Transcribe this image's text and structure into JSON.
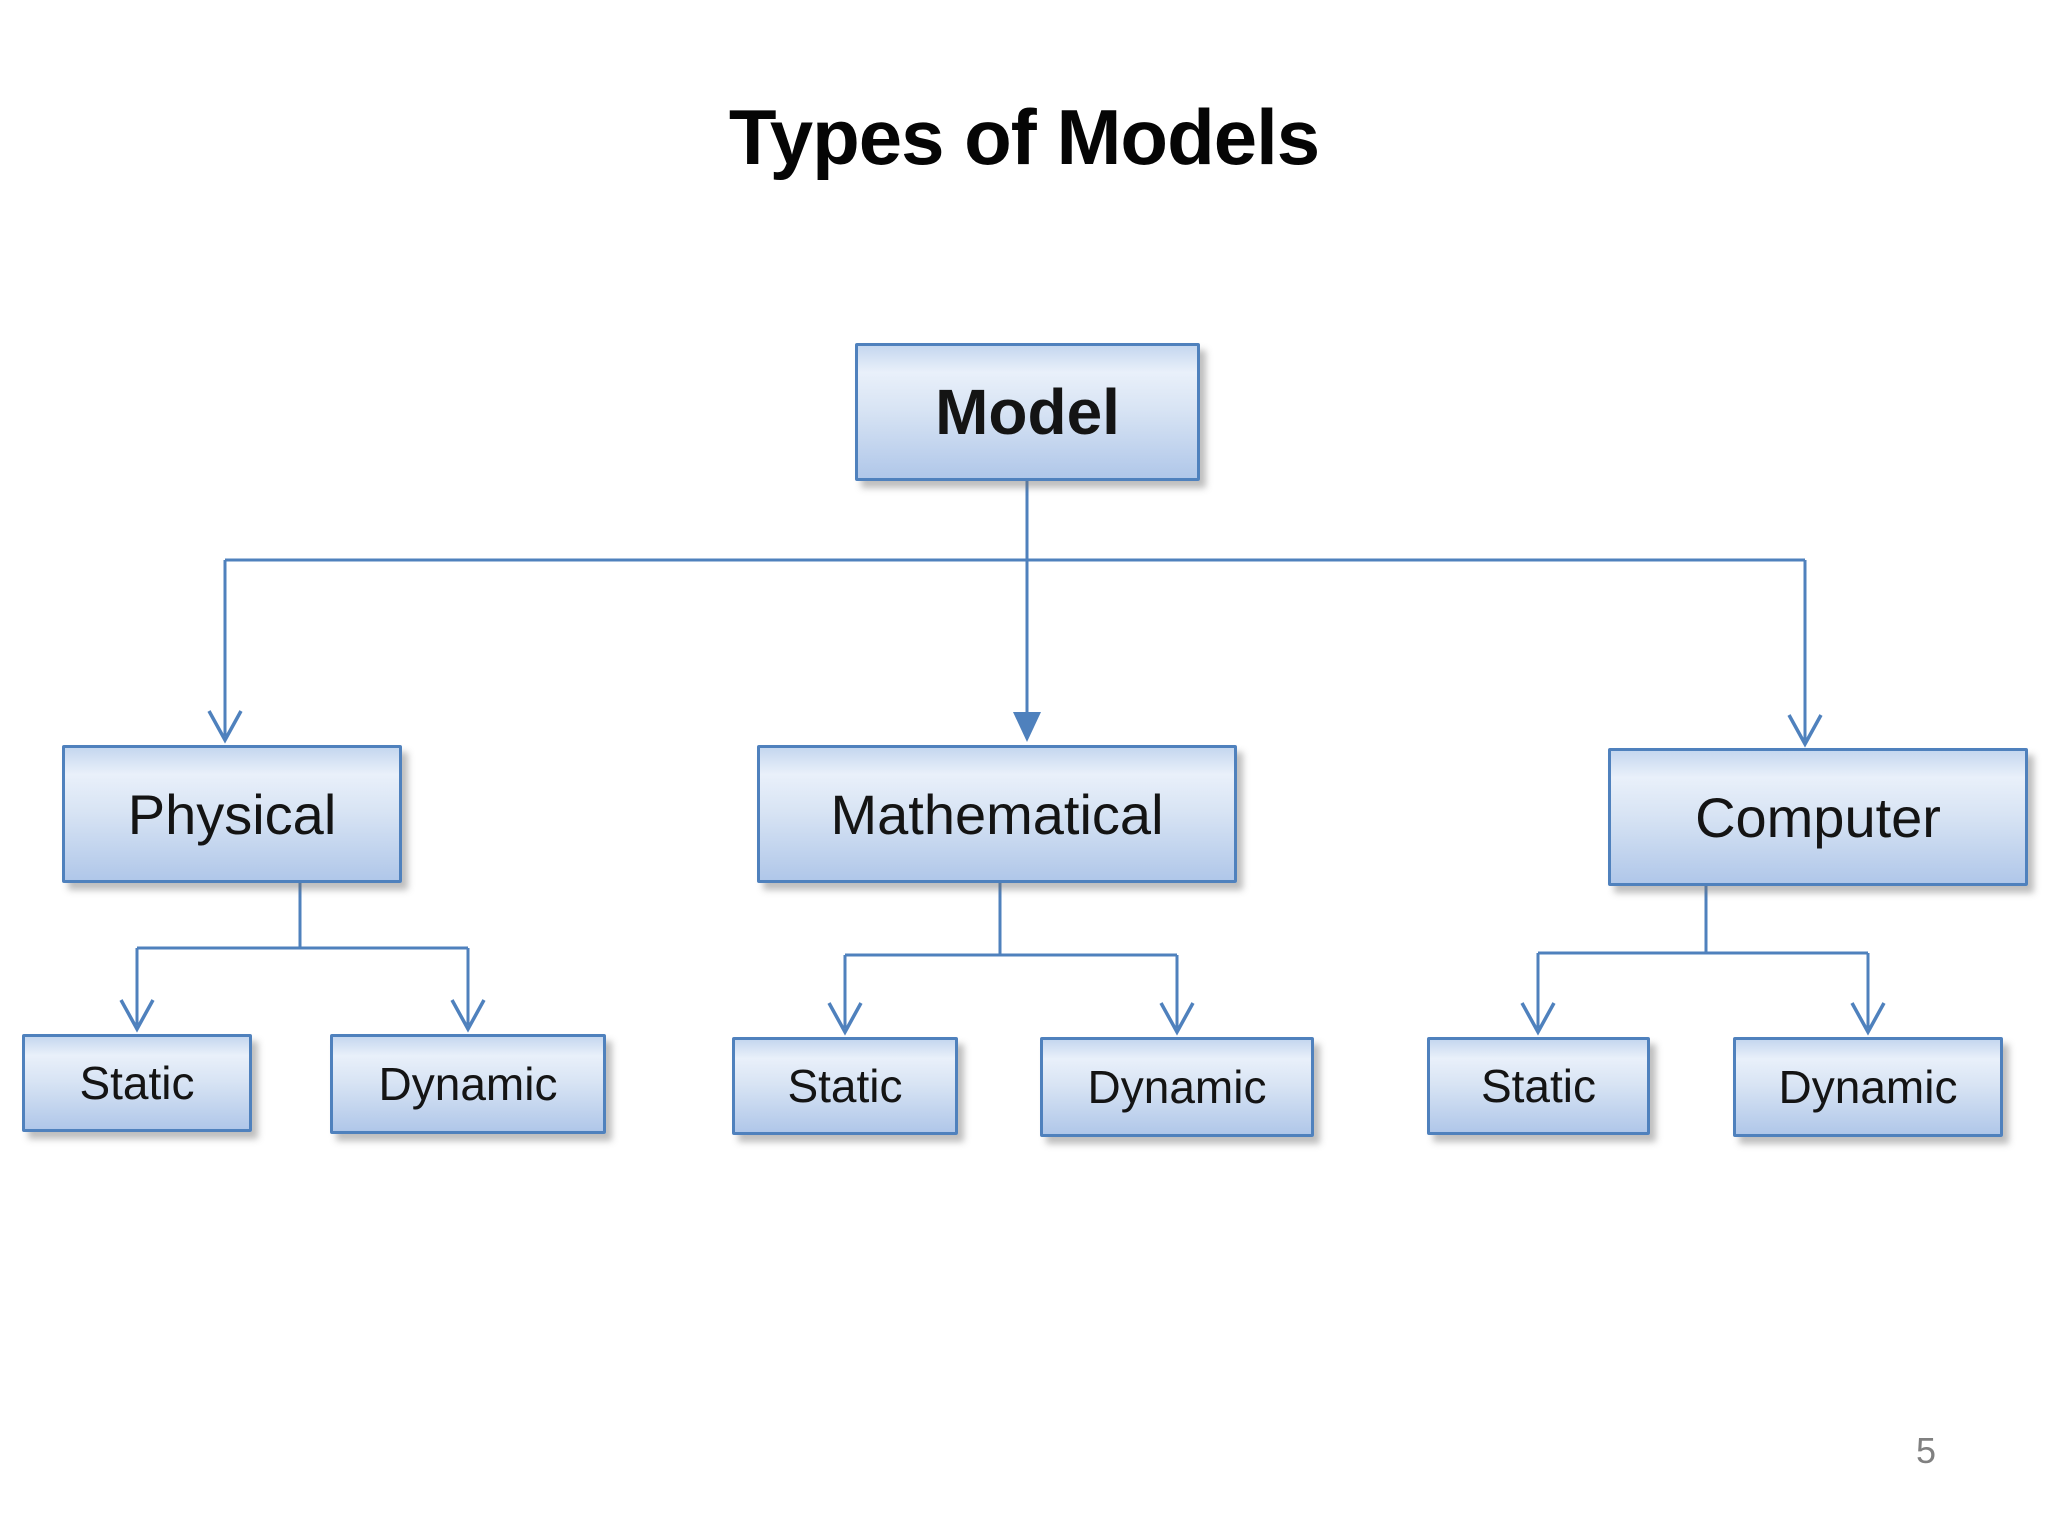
{
  "title": "Types of Models",
  "page_number": "5",
  "colors": {
    "accent": "#4f81bd",
    "connector": "#4f81bd",
    "node_border": "#4f81bd",
    "node_fill_top": "#c5d7ef",
    "node_fill_highlight": "#e9f0fa",
    "node_fill_bottom": "#b0c7e9",
    "title_text": "#050505",
    "node_text": "#141414",
    "page_number_text": "#808080",
    "background": "#ffffff"
  },
  "diagram": {
    "type": "hierarchy-tree",
    "levels": 3,
    "nodes": [
      {
        "id": "model",
        "label": "Model",
        "level": 1,
        "parent": null
      },
      {
        "id": "physical",
        "label": "Physical",
        "level": 2,
        "parent": "model"
      },
      {
        "id": "mathematical",
        "label": "Mathematical",
        "level": 2,
        "parent": "model"
      },
      {
        "id": "computer",
        "label": "Computer",
        "level": 2,
        "parent": "model"
      },
      {
        "id": "physical-static",
        "label": "Static",
        "level": 3,
        "parent": "physical"
      },
      {
        "id": "physical-dynamic",
        "label": "Dynamic",
        "level": 3,
        "parent": "physical"
      },
      {
        "id": "mathematical-static",
        "label": "Static",
        "level": 3,
        "parent": "mathematical"
      },
      {
        "id": "mathematical-dynamic",
        "label": "Dynamic",
        "level": 3,
        "parent": "mathematical"
      },
      {
        "id": "computer-static",
        "label": "Static",
        "level": 3,
        "parent": "computer"
      },
      {
        "id": "computer-dynamic",
        "label": "Dynamic",
        "level": 3,
        "parent": "computer"
      }
    ]
  }
}
